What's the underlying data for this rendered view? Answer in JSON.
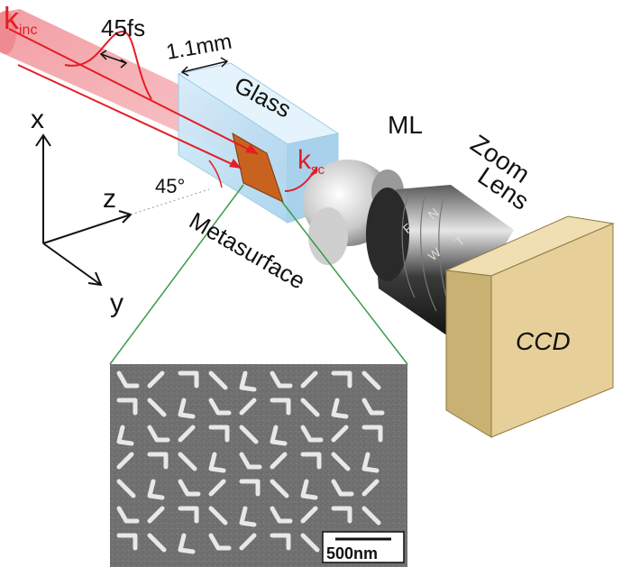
{
  "labels": {
    "k_inc_main": "k",
    "k_inc_sub": "inc",
    "pulse": "45fs",
    "thickness": "1.1mm",
    "glass": "Glass",
    "k_sc_main": "k",
    "k_sc_sub": "sc",
    "ml": "ML",
    "zoom_line1": "Zoom",
    "zoom_line2": "Lens",
    "axis_x": "x",
    "axis_z": "z",
    "axis_y": "y",
    "angle": "45°",
    "metasurface": "Metasurface",
    "ccd": "CCD",
    "scalebar": "500nm",
    "lens_marks": [
      "F",
      "N",
      "W",
      "T"
    ]
  },
  "colors": {
    "beam": "#f2a3a8",
    "ray": "#e31e24",
    "glass": "#bfe0f5",
    "metasurface": "#c8621f",
    "green_lines": "#3a9a4a",
    "ccd": "#e6cf98",
    "sem_bg": "#6f6f6f",
    "sem_particle": "#e8e8e8"
  }
}
